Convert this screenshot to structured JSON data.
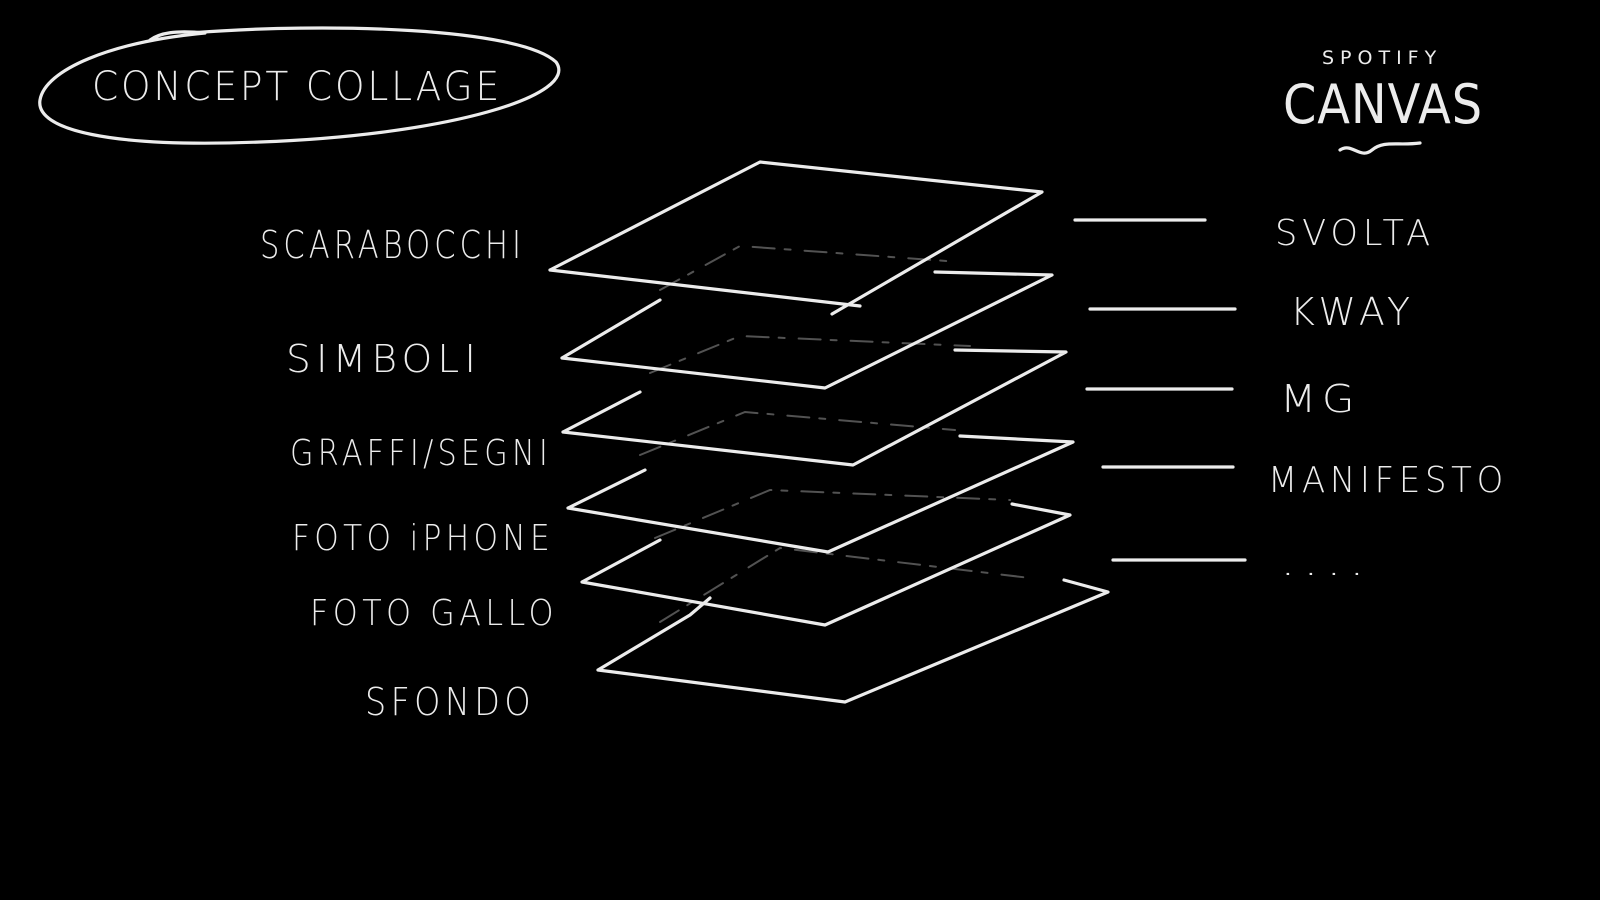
{
  "title": "CONCEPT COLLAGE",
  "brand": {
    "small": "SPOTIFY",
    "big": "CANVAS"
  },
  "layers": [
    "SCARABOCCHI",
    "SIMBOLI",
    "GRAFFI/SEGNI",
    "FOTO iPHONE",
    "FOTO GALLO",
    "SFONDO"
  ],
  "items": [
    "SVOLTA",
    "KWAY",
    "MG",
    "MANIFESTO",
    "...."
  ],
  "colors": {
    "background": "#000000",
    "ink": "#ececec"
  }
}
